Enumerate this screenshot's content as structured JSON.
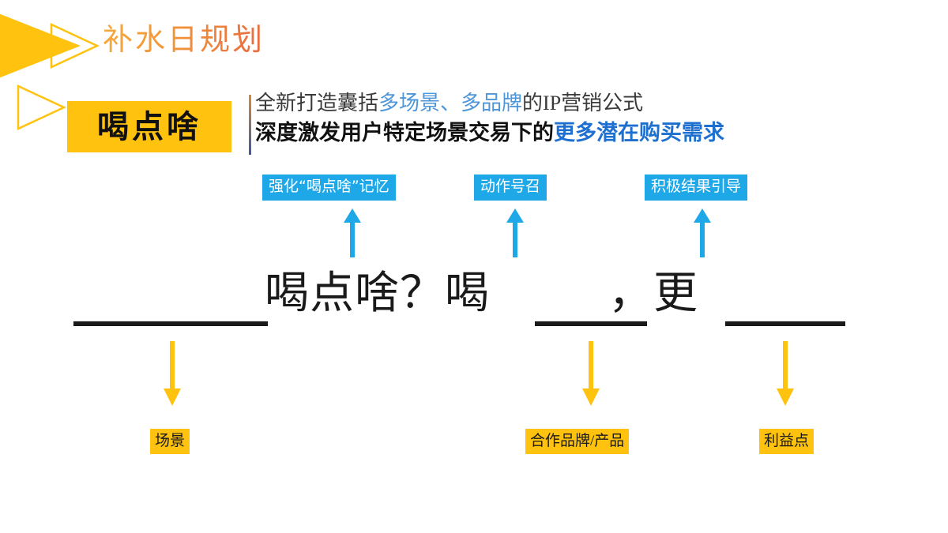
{
  "slide": {
    "title": "补水日规划",
    "brand_box_text": "喝点啥",
    "subtitle": {
      "line1_part1": "全新打造囊括",
      "line1_highlight": "多场景、多品牌",
      "line1_part2": "的IP营销公式",
      "line2_part1": "深度激发用户特定场景交易下的",
      "line2_highlight": "更多潜在购买需求"
    },
    "formula": {
      "text": "喝点啥？喝＿＿＿，更＿＿＿",
      "segment_1": "喝点啥？喝",
      "segment_2": "，更"
    },
    "blue_labels": [
      {
        "text": "强化“喝点啥”记忆"
      },
      {
        "text": "动作号召"
      },
      {
        "text": "积极结果引导"
      }
    ],
    "yellow_labels": [
      {
        "text": "场景"
      },
      {
        "text": "合作品牌/产品"
      },
      {
        "text": "利益点"
      }
    ],
    "icons": {
      "triangle_solid": "triangle-right-solid",
      "triangle_outline_top": "triangle-right-outline",
      "triangle_outline_bottom": "triangle-right-outline",
      "arrow_up": "arrow-up-icon",
      "arrow_down": "arrow-down-icon"
    },
    "colors": {
      "brand_yellow": "#FFC20E",
      "accent_blue": "#1EA8E8",
      "title_gradient_start": "#F5A93C",
      "title_gradient_end": "#E8693F",
      "highlight_blue_light": "#4E96D9",
      "highlight_blue_strong": "#1D6FD0",
      "text_dark": "#111111",
      "background": "#FFFFFF"
    }
  }
}
